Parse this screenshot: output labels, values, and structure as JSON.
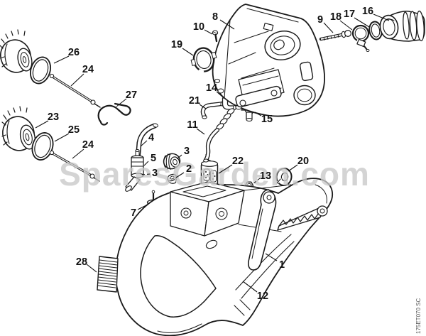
{
  "watermark": "SparesGarden.com",
  "doc_code": "175ET070 SC",
  "colors": {
    "line": "#1a1a1a",
    "watermark": "#c8c8c8",
    "background": "#ffffff"
  },
  "callouts": {
    "c1": "1",
    "c2": "2",
    "c3a": "3",
    "c3b": "3",
    "c4": "4",
    "c5": "5",
    "c7": "7",
    "c8": "8",
    "c9": "9",
    "c10": "10",
    "c11": "11",
    "c12": "12",
    "c13": "13",
    "c14": "14",
    "c15": "15",
    "c16": "16",
    "c17": "17",
    "c18": "18",
    "c19": "19",
    "c20": "20",
    "c21": "21",
    "c22": "22",
    "c23": "23",
    "c24a": "24",
    "c24b": "24",
    "c25": "25",
    "c26": "26",
    "c27": "27",
    "c28": "28"
  }
}
